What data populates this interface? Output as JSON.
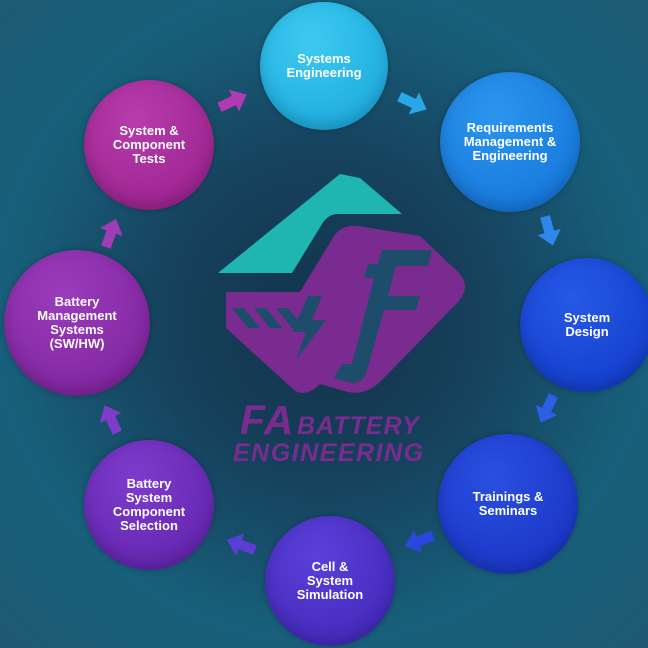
{
  "nodes": [
    {
      "id": "systems-engineering",
      "label": "Systems\nEngineering",
      "color": "#1fb4e6"
    },
    {
      "id": "requirements",
      "label": "Requirements\nManagement &\nEngineering",
      "color": "#1582e0"
    },
    {
      "id": "system-design",
      "label": "System\nDesign",
      "color": "#1347d8"
    },
    {
      "id": "trainings",
      "label": "Trainings &\nSeminars",
      "color": "#1a3ad0"
    },
    {
      "id": "cell-simulation",
      "label": "Cell &\nSystem\nSimulation",
      "color": "#4b2fc8"
    },
    {
      "id": "component-selection",
      "label": "Battery\nSystem\nComponent\nSelection",
      "color": "#6b28b8"
    },
    {
      "id": "bms",
      "label": "Battery\nManagement\nSystems\n(SW/HW)",
      "color": "#8a28a8"
    },
    {
      "id": "component-tests",
      "label": "System &\nComponent\nTests",
      "color": "#a52898"
    }
  ],
  "brand": {
    "line1": "FA",
    "line2": "BATTERY",
    "line3": "ENGINEERING"
  },
  "colors": {
    "logo_teal": "#1fb5b0",
    "logo_purple": "#7a2b8f"
  }
}
